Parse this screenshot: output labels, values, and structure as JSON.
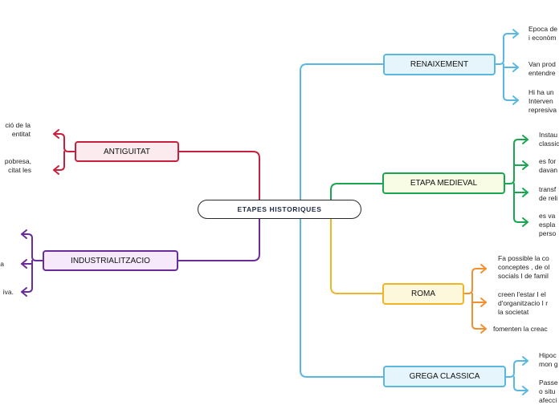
{
  "colors": {
    "renaixement": "#5ab8e0",
    "medieval": "#1aa650",
    "roma": "#f0b428",
    "roma_leaf": "#f09030",
    "grega": "#5ab8e0",
    "antiguitat": "#c8203c",
    "industrial": "#6a2c9a",
    "root_border": "#2b2b2b"
  },
  "root": {
    "label": "ETAPES HISTORIQUES"
  },
  "branches": {
    "renaixement": {
      "label": "RENAIXEMENT",
      "leaves": [
        [
          "Epoca de",
          "i econòm"
        ],
        [
          "Van prod",
          "entendre"
        ],
        [
          "Hi ha un",
          "Interven",
          "represiva"
        ]
      ]
    },
    "medieval": {
      "label": "ETAPA MEDIEVAL",
      "leaves": [
        [
          "Instau",
          "classic"
        ],
        [
          "es for",
          "davan"
        ],
        [
          "transf",
          "de reli"
        ],
        [
          "es va",
          "espla",
          "perso"
        ]
      ]
    },
    "roma": {
      "label": "ROMA",
      "leaves": [
        [
          "Fa possible la co",
          "conceptes , de ol",
          "socials I de famil"
        ],
        [
          "creen l'estar I el",
          "d'organitzacio I r",
          "la societat"
        ],
        [
          "fomenten la creac"
        ]
      ]
    },
    "grega": {
      "label": "GREGA CLASSICA",
      "leaves": [
        [
          "Hipoc",
          "mon g"
        ],
        [
          "Passe",
          "o situ",
          "afecci"
        ]
      ]
    },
    "antiguitat": {
      "label": "ANTIGUITAT",
      "leaves": [
        [
          "ció de la",
          "entitat"
        ],
        [
          "pobresa,",
          "citat les"
        ]
      ]
    },
    "industrial": {
      "label": "INDUSTRIALITZACIO",
      "leaves": [
        [
          ""
        ],
        [
          "a"
        ],
        [
          "iva."
        ]
      ]
    }
  }
}
